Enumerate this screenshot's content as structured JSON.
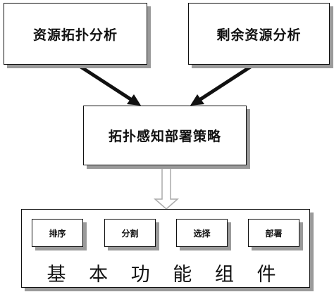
{
  "top_boxes": {
    "left": "资源拓扑分析",
    "right": "剩余资源分析"
  },
  "middle_box": "拓扑感知部署策略",
  "bottom_container": {
    "components": [
      "排序",
      "分割",
      "选择",
      "部署"
    ],
    "label": "基 本 功 能 组 件"
  },
  "colors": {
    "stroke": "#111111",
    "shadow": "#9a9a9a",
    "hollow_arrow": "#aaaaaa"
  }
}
